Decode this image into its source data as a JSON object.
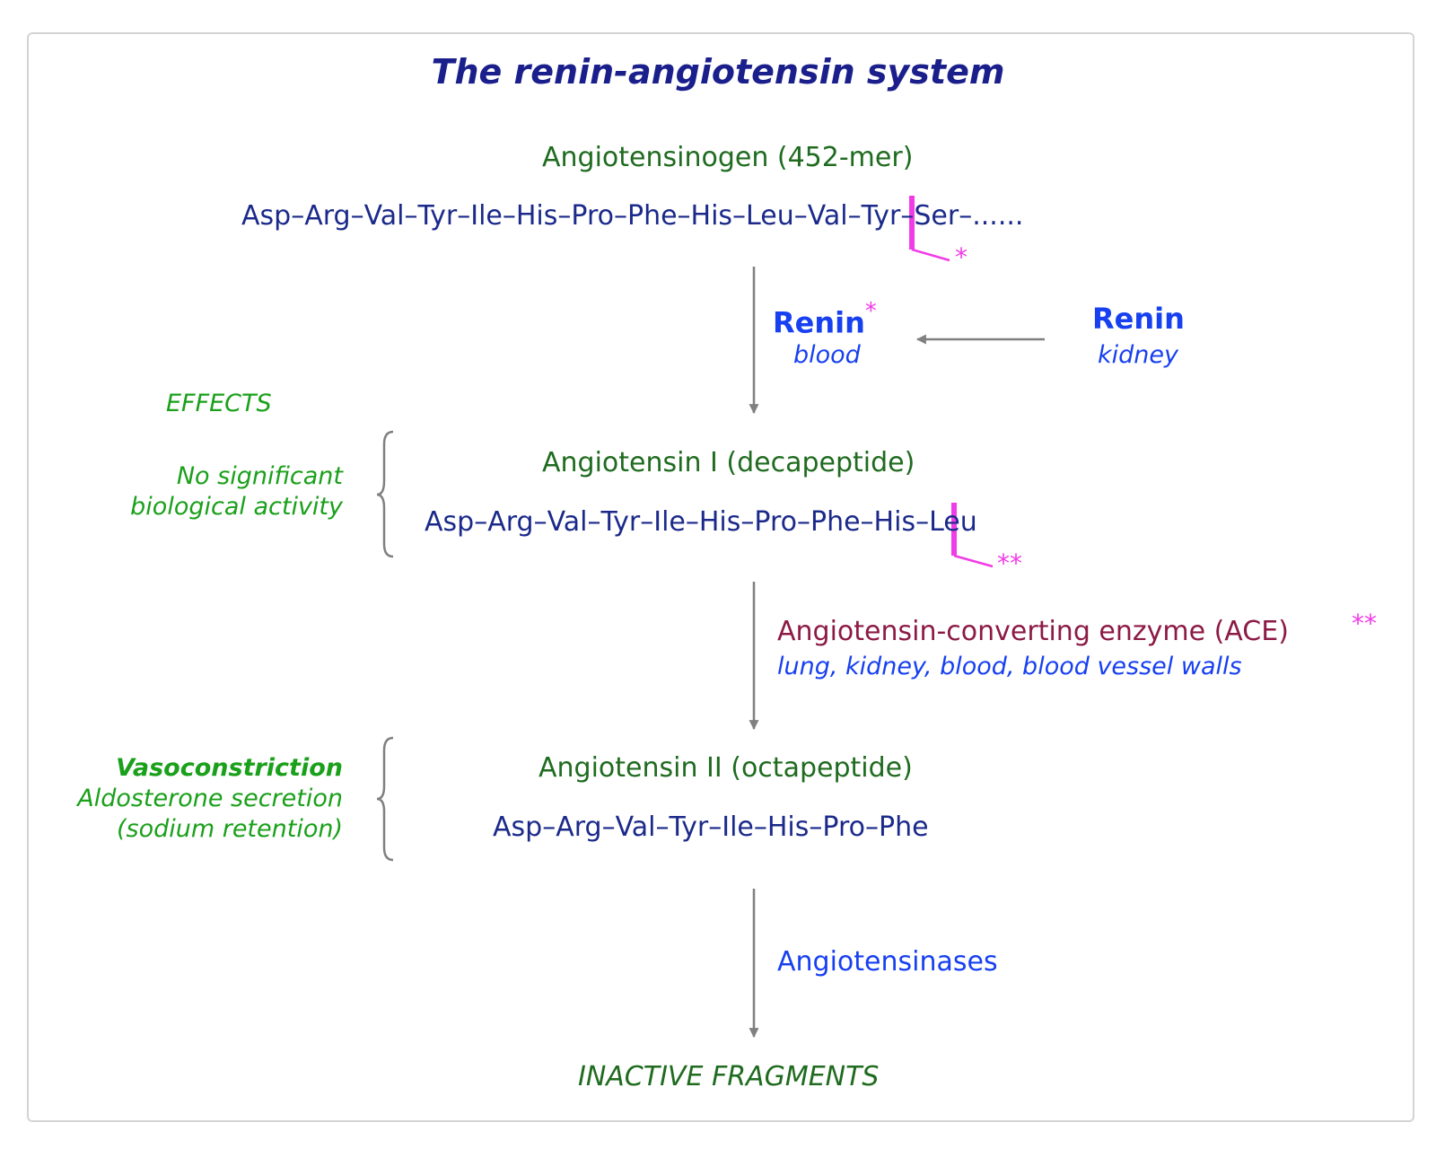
{
  "title": "The renin-angiotensin system",
  "angiotensinogen": {
    "name": "Angiotensinogen (452-mer)",
    "sequence_before_cut": "Asp–Arg–Val–Tyr–Ile–His–Pro–Phe–His–Leu",
    "sequence_after_cut": "Val–Tyr–Ser–......",
    "cleavage_mark": "*"
  },
  "renin_blood": {
    "label": "Renin",
    "mark": "*",
    "location": "blood"
  },
  "renin_kidney": {
    "label": "Renin",
    "location": "kidney"
  },
  "effects_heading": "EFFECTS",
  "angiotensin_1": {
    "name": "Angiotensin I (decapeptide)",
    "sequence_before_cut": "Asp–Arg–Val–Tyr–Ile–His–Pro–Phe",
    "sequence_after_cut": "His–Leu",
    "cleavage_mark": "**",
    "effects": [
      "No significant",
      "biological activity"
    ]
  },
  "ace": {
    "label": "Angiotensin-converting enzyme (ACE)",
    "mark": "**",
    "locations": "lung, kidney, blood, blood vessel walls"
  },
  "angiotensin_2": {
    "name": "Angiotensin II (octapeptide)",
    "sequence": "Asp–Arg–Val–Tyr–Ile–His–Pro–Phe",
    "effect_primary": "Vasoconstriction",
    "effects": [
      "Aldosterone secretion",
      "(sodium retention)"
    ]
  },
  "angiotensinases": {
    "label": "Angiotensinases"
  },
  "end_product": "INACTIVE FRAGMENTS",
  "colors": {
    "title": "#1a1f8c",
    "compound": "#1f6b1f",
    "sequence": "#1b2a8a",
    "enzyme": "#1740f0",
    "effects": "#1aa01a",
    "ace": "#8c1a45",
    "cleavage": "#f03ce6",
    "arrow": "#808080"
  }
}
